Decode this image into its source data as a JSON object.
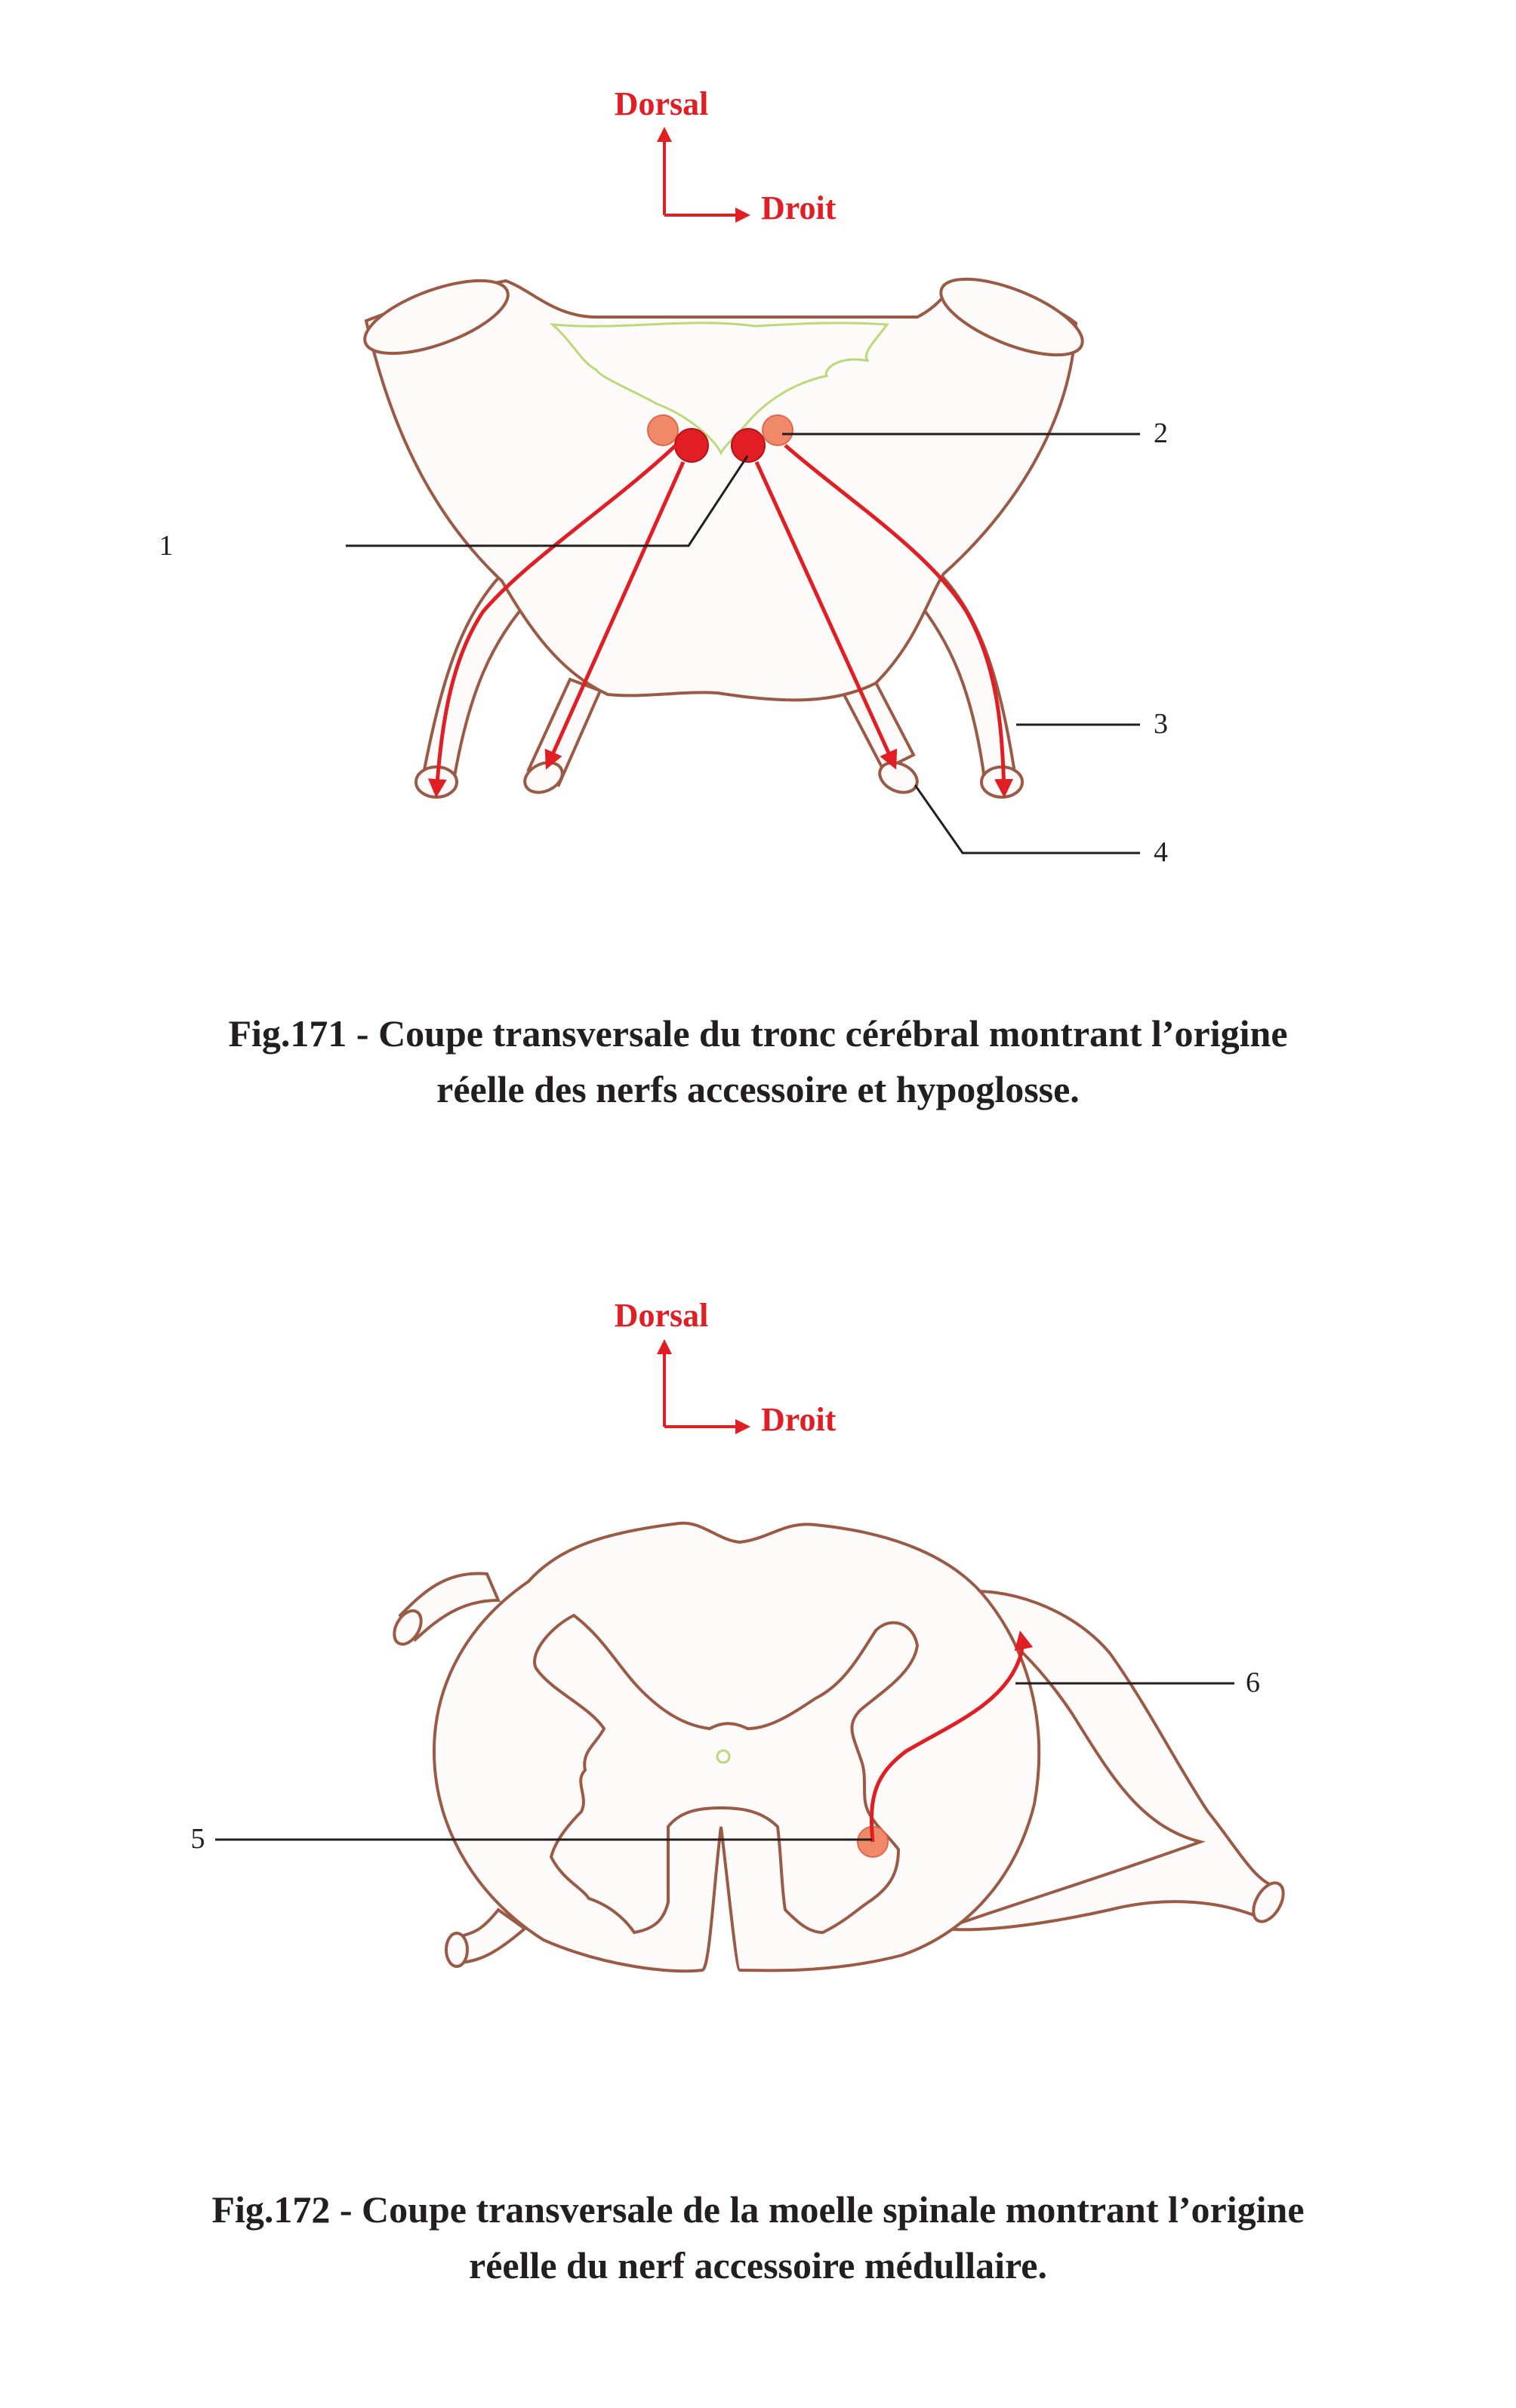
{
  "colors": {
    "outline": "#9a5a45",
    "fill": "#fdfbfa",
    "red": "#e01e24",
    "salmon": "#f0896a",
    "green": "#bcd97a",
    "leader": "#231f20"
  },
  "figure_171": {
    "orientation": {
      "dorsal": "Dorsal",
      "right": "Droit"
    },
    "labels": {
      "n1": "1",
      "n2": "2",
      "n3": "3",
      "n4": "4"
    },
    "caption": {
      "line1": "Fig.171 - Coupe transversale du tronc cérébral montrant l’origine",
      "line2": "réelle des nerfs accessoire et hypoglosse."
    }
  },
  "figure_172": {
    "orientation": {
      "dorsal": "Dorsal",
      "right": "Droit"
    },
    "labels": {
      "n5": "5",
      "n6": "6"
    },
    "caption": {
      "line1": "Fig.172 - Coupe transversale de la moelle spinale montrant l’origine",
      "line2": "réelle du nerf accessoire médullaire."
    }
  }
}
